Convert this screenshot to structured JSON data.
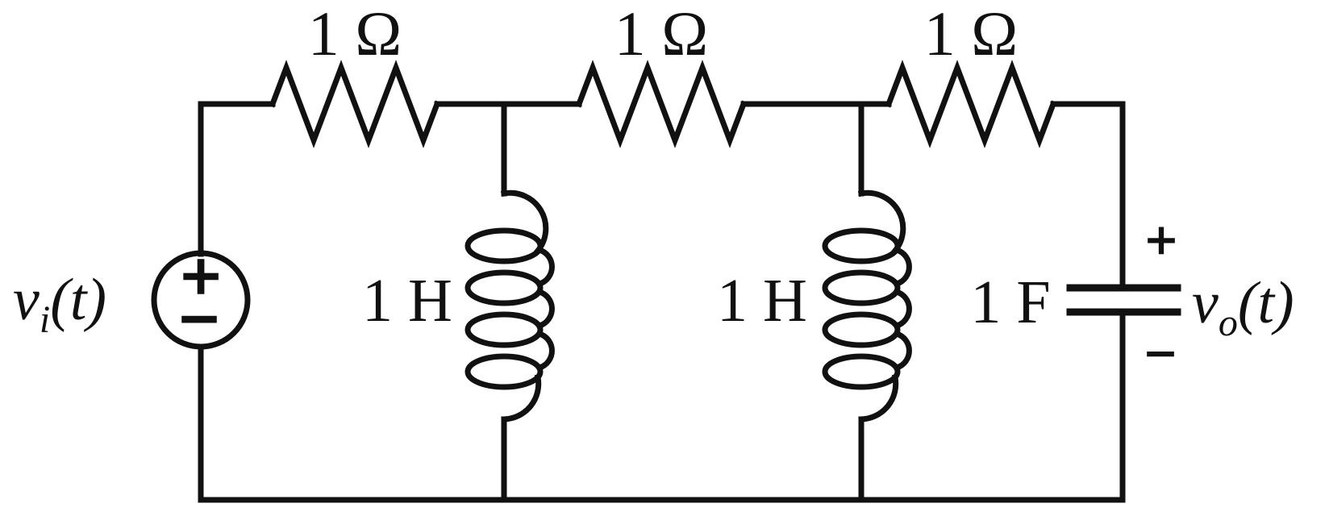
{
  "colors": {
    "ink": "#111111",
    "background": "#ffffff"
  },
  "circuit": {
    "input_source": {
      "base": "v",
      "sub": "i",
      "suffix": "(t)",
      "plus": "+",
      "minus": "−"
    },
    "resistors": [
      {
        "label": "1 Ω"
      },
      {
        "label": "1 Ω"
      },
      {
        "label": "1 Ω"
      }
    ],
    "inductors": [
      {
        "label": "1 H"
      },
      {
        "label": "1 H"
      }
    ],
    "capacitor": {
      "label": "1 F"
    },
    "output": {
      "base": "v",
      "sub": "o",
      "suffix": "(t)",
      "plus": "+",
      "minus": "−"
    }
  }
}
